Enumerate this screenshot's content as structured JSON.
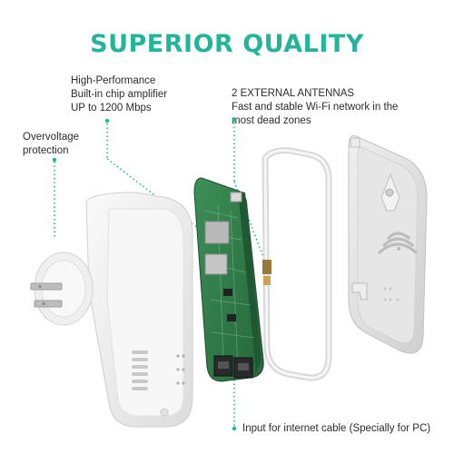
{
  "headline": "SUPERIOR QUALITY",
  "callouts": {
    "amplifier": [
      "High-Performance",
      "Built-in chip amplifier",
      "UP to 1200 Mbps"
    ],
    "antennas": [
      "2 EXTERNAL ANTENNAS",
      "Fast and stable Wi-Fi network in the",
      "most dead zones"
    ],
    "overvoltage": [
      "Overvoltage",
      "protection"
    ],
    "cable": "Input for internet cable (Specially for PC)"
  },
  "colors": {
    "accent": "#22b59a",
    "text": "#2b2b2b",
    "pcb": "#2f7d4a",
    "shell": "#f2f2f2"
  },
  "icons": [
    "wifi-icon",
    "power-plug-icon"
  ]
}
